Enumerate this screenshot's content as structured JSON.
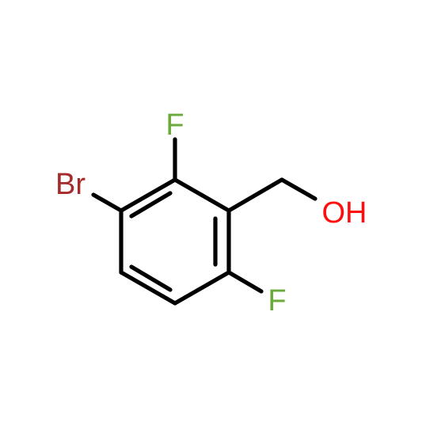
{
  "molecule": {
    "atoms": {
      "bromine": {
        "text": "Br",
        "color": "#a52a2a"
      },
      "fluorine_top": {
        "text": "F",
        "color": "#6aaa3a"
      },
      "fluorine_bottom": {
        "text": "F",
        "color": "#6aaa3a"
      },
      "hydroxyl": {
        "text": "OH",
        "color": "#ff0d0d"
      }
    },
    "bond_color": "#000000",
    "background": "#ffffff"
  }
}
